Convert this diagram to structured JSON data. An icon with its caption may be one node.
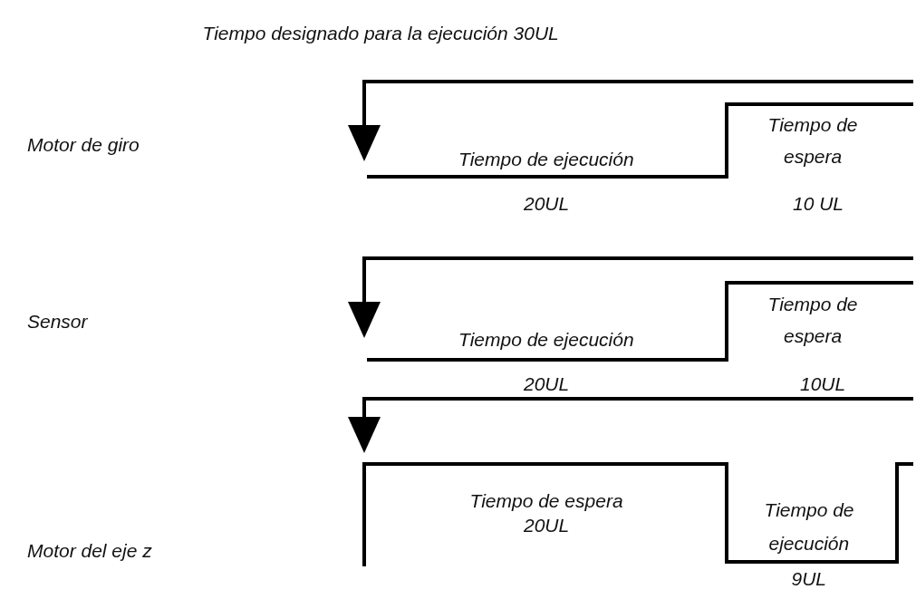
{
  "diagram": {
    "title": "Tiempo designado para la ejecución 30UL",
    "labels": [
      "Motor de giro",
      "Tiempo de",
      "Tiempo de ejecución",
      "espera",
      "20UL",
      "10 UL",
      "Sensor",
      "Tiempo de",
      "Tiempo de ejecución",
      "espera",
      "20UL",
      "10UL",
      "Motor del eje z",
      "Tiempo de espera",
      "Tiempo de",
      "20UL",
      "ejecución",
      "9UL"
    ]
  }
}
